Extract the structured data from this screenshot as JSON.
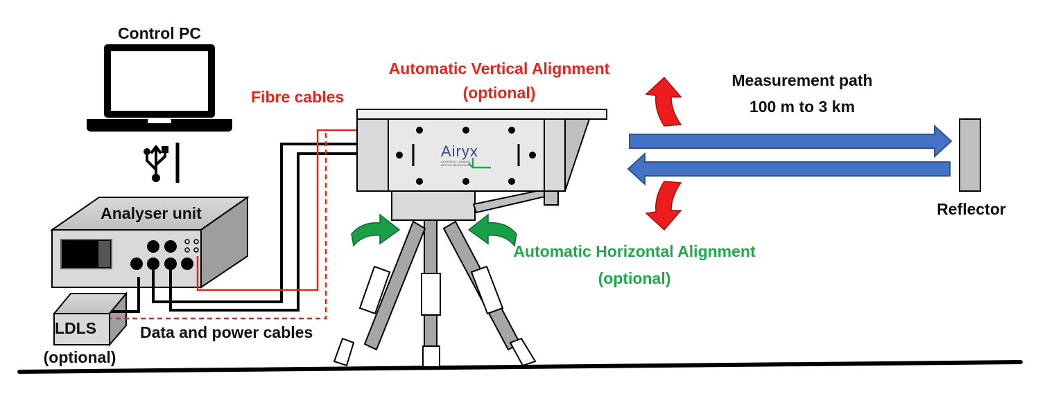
{
  "labels": {
    "control_pc": "Control PC",
    "analyser_unit": "Analyser unit",
    "ldls": "LDLS",
    "ldls_optional": "(optional)",
    "fibre_cables": "Fibre cables",
    "data_power_cables": "Data and power cables",
    "vertical_alignment": "Automatic Vertical Alignment",
    "vertical_optional": "(optional)",
    "horizontal_alignment": "Automatic Horizontal Alignment",
    "horizontal_optional": "(optional)",
    "measurement_path": "Measurement path",
    "measurement_range": "100 m to 3 km",
    "reflector": "Reflector"
  },
  "logo": {
    "brand": "Airyx",
    "tagline_line1": "DIFFERENT THINKING",
    "tagline_line2": "BETTER MEASURING"
  },
  "colors": {
    "fibre_cable": "#e8241c",
    "vertical_alignment_label": "#e8241c",
    "horizontal_alignment_label": "#22a84a",
    "beam_arrow": "#4472c4",
    "alignment_arrow_vertical": "#ee1c1c",
    "alignment_arrow_horizontal": "#1a9e48"
  },
  "icons": [
    "laptop-icon",
    "usb-icon",
    "rotation-arrow-icon",
    "beam-arrow-icon"
  ]
}
